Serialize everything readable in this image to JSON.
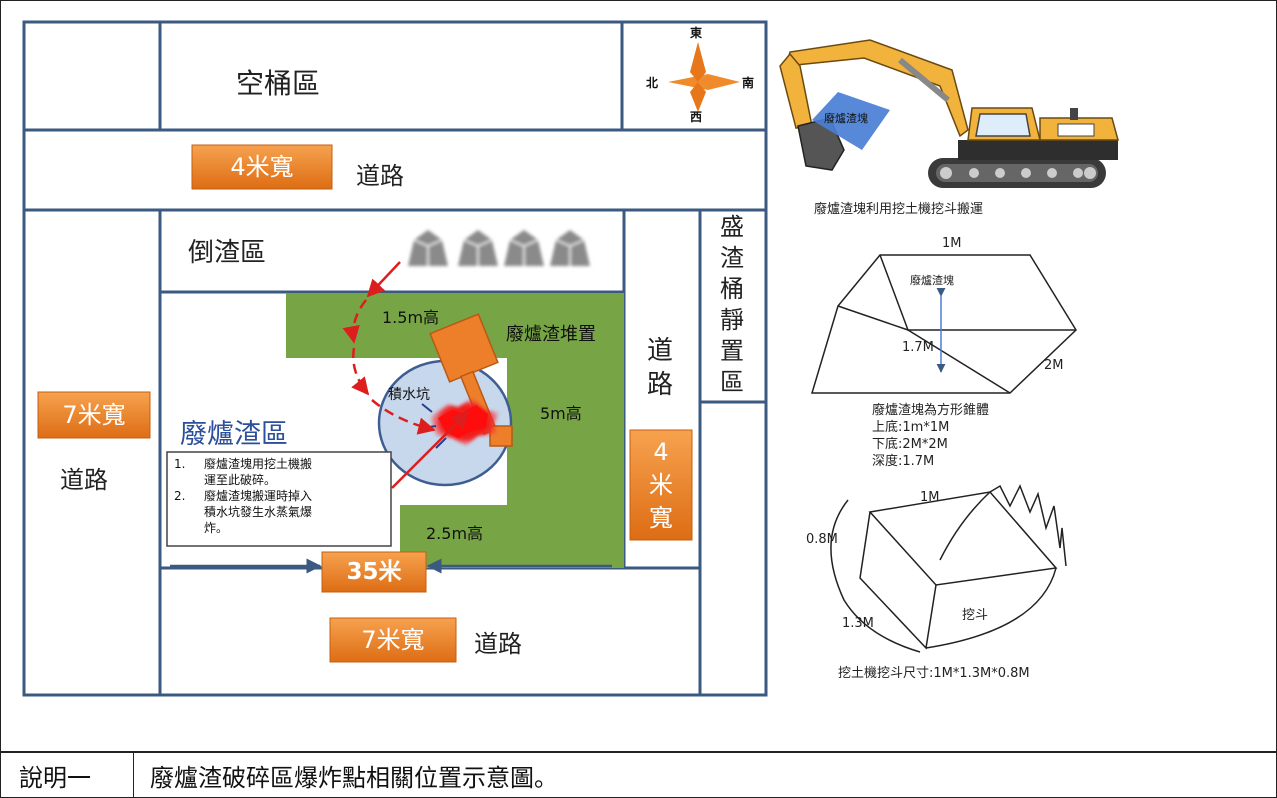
{
  "map": {
    "empty_bucket_area": "空桶區",
    "dump_area": "倒渣區",
    "road": "道路",
    "road_vertical": "道\n路",
    "bucket_rest_area": "盛\n渣\n桶\n靜\n置\n區",
    "slag_area": "廢爐渣區",
    "slag_pile": "廢爐渣堆置",
    "water_pit": "積水坑",
    "badge_top": "4米寬",
    "badge_left": "7米寬",
    "badge_right": "4\n米\n寬",
    "badge_bottom": "7米寬",
    "badge_length": "35米",
    "height_top": "1.5m高",
    "height_right": "5m高",
    "height_bottom": "2.5m高",
    "notes": [
      {
        "num": "1.",
        "text": "廢爐渣塊用挖土機搬\n運至此破碎。"
      },
      {
        "num": "2.",
        "text": "廢爐渣塊搬運時掉入\n積水坑發生水蒸氣爆\n炸。"
      }
    ]
  },
  "compass": {
    "north": "北",
    "south": "南",
    "east": "東",
    "west": "西"
  },
  "excavator": {
    "block_label": "廢爐渣塊",
    "caption": "廢爐渣塊利用挖土機挖斗搬運"
  },
  "block_figure": {
    "label": "廢爐渣塊",
    "top_dim": "1M",
    "height_dim": "1.7M",
    "bottom_dim": "2M",
    "desc_lines": [
      "廢爐渣塊為方形錐體",
      "上底:1m*1M",
      "下底:2M*2M",
      "深度:1.7M"
    ]
  },
  "bucket_figure": {
    "label": "挖斗",
    "width_dim": "1M",
    "height_dim": "0.8M",
    "depth_dim": "1.3M",
    "caption": "挖土機挖斗尺寸:1M*1.3M*0.8M"
  },
  "caption": {
    "label": "說明一",
    "text": "廢爐渣破碎區爆炸點相關位置示意圖。"
  },
  "colors": {
    "line": "#3b5a82",
    "green": "#77a546",
    "orange": "#ee7f2a",
    "arrow": "#dd1e1e",
    "pit_fill": "#c8d8ec",
    "pit_stroke": "#3e5e92",
    "excavator": "#f2b33d"
  }
}
